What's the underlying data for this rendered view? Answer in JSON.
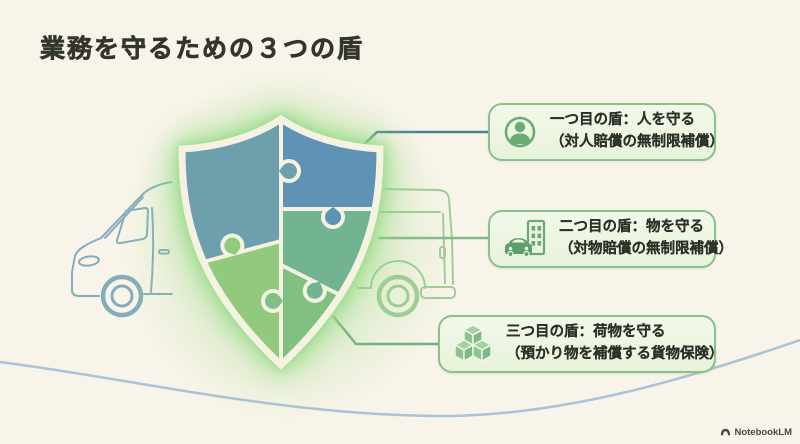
{
  "title": "業務を守るための３つの盾",
  "callouts": [
    {
      "icon": "person-icon",
      "line1": "一つ目の盾：人を守る",
      "line2": "（対人賠償の無制限補償）"
    },
    {
      "icon": "car-building-icon",
      "line1": "二つ目の盾：物を守る",
      "line2": "（対物賠償の無制限補償）"
    },
    {
      "icon": "boxes-icon",
      "line1": "三つ目の盾：荷物を守る",
      "line2": "（預かり物を補償する貨物保険）"
    }
  ],
  "footer": {
    "brand": "NotebookLM"
  },
  "colors": {
    "background": "#f8f4e9",
    "shield_top_left": "#6d9fad",
    "shield_top_right": "#5e93b5",
    "shield_mid_right": "#72b492",
    "shield_bottom_right": "#80c182",
    "shield_bottom_left": "#92ca7d",
    "callout_fill": "#edf6e2",
    "callout_border": "#8bc08d",
    "van_front_stroke": "#84adbb",
    "van_rear_stroke": "#9fcd96",
    "wave": "#a9c3da",
    "connector_teal": "#4c8496",
    "connector_green": "#7fbb8b"
  }
}
